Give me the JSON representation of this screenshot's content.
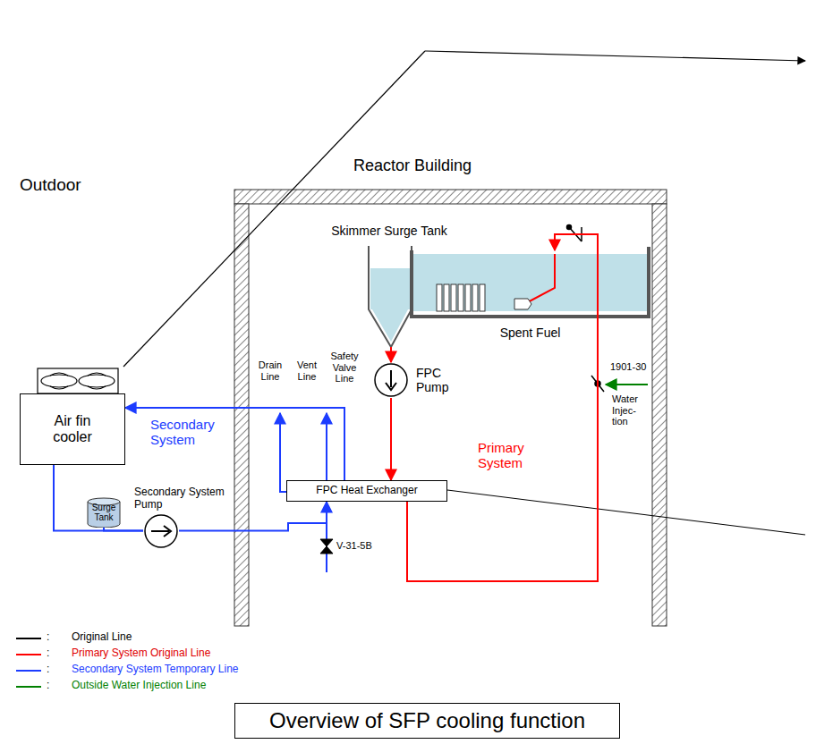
{
  "diagram": {
    "caption": "Overview of SFP cooling function",
    "nodes": [
      {
        "text": [
          "Reactor Building"
        ]
      },
      {
        "text": [
          "Skimmer Surge Tank"
        ],
        "in": 0
      },
      {
        "text": [
          "Spent Fuel"
        ],
        "in": 0
      },
      {
        "text": [
          "FPC Pump"
        ],
        "in": 0
      },
      {
        "text": [
          "FPC Heat Exchanger"
        ],
        "in": 0
      },
      {
        "text": [
          "Air fin cooler"
        ]
      },
      {
        "text": [
          "Surge Tank"
        ]
      },
      {
        "text": [
          "Secondary System Pump"
        ]
      }
    ],
    "edges": [
      {
        "from": 1,
        "to": 3,
        "arrow": "to"
      },
      {
        "from": 3,
        "to": 4,
        "arrow": "to"
      },
      {
        "from": 4,
        "to": 2,
        "arrow": "to"
      },
      {
        "from": 4,
        "to": 5,
        "arrow": "to"
      },
      {
        "from": 5,
        "to": 7,
        "arrow": "none"
      },
      {
        "from": 6,
        "to": 7,
        "arrow": "none"
      },
      {
        "from": 7,
        "to": 4,
        "arrow": "to"
      }
    ],
    "labels": [
      "Outdoor",
      "Drain Line",
      "Vent Line",
      "Safety Valve Line",
      "Secondary System",
      "Primary System",
      "1901-30",
      "Water Injec- tion",
      "V-31-5B",
      ":",
      ":",
      ":",
      ":"
    ],
    "legend": [
      {
        "text": "Original Line"
      },
      {
        "text": "Primary System Original Line"
      },
      {
        "text": "Secondary System Temporary Line"
      },
      {
        "text": "Outside Water Injection Line"
      }
    ]
  }
}
